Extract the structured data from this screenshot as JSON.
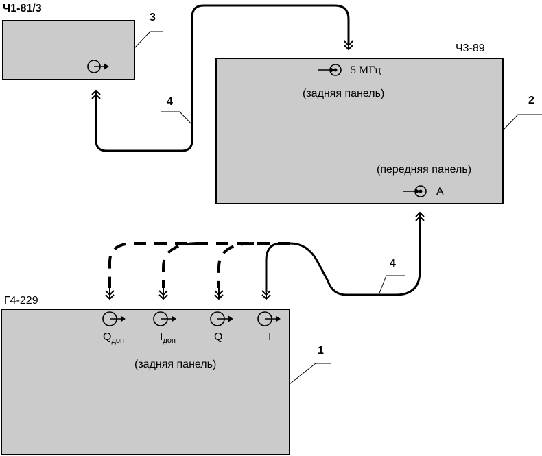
{
  "devices": {
    "g4": {
      "name": "Г4-229",
      "panel": "(задняя панель)",
      "callout": "1"
    },
    "ch3": {
      "name": "Ч3-89",
      "rear_panel": "(задняя панель)",
      "front_panel": "(передняя панель)",
      "rear_port": "5 МГц",
      "front_port": "А",
      "callout": "2"
    },
    "ch1": {
      "name": "Ч1-81/3",
      "callout": "3"
    }
  },
  "ports": {
    "q_dop": {
      "main": "Q",
      "sub": "доп"
    },
    "i_dop": {
      "main": "I",
      "sub": "доп"
    },
    "q": "Q",
    "i": "I"
  },
  "cables": {
    "label_left": "4",
    "label_right": "4"
  }
}
